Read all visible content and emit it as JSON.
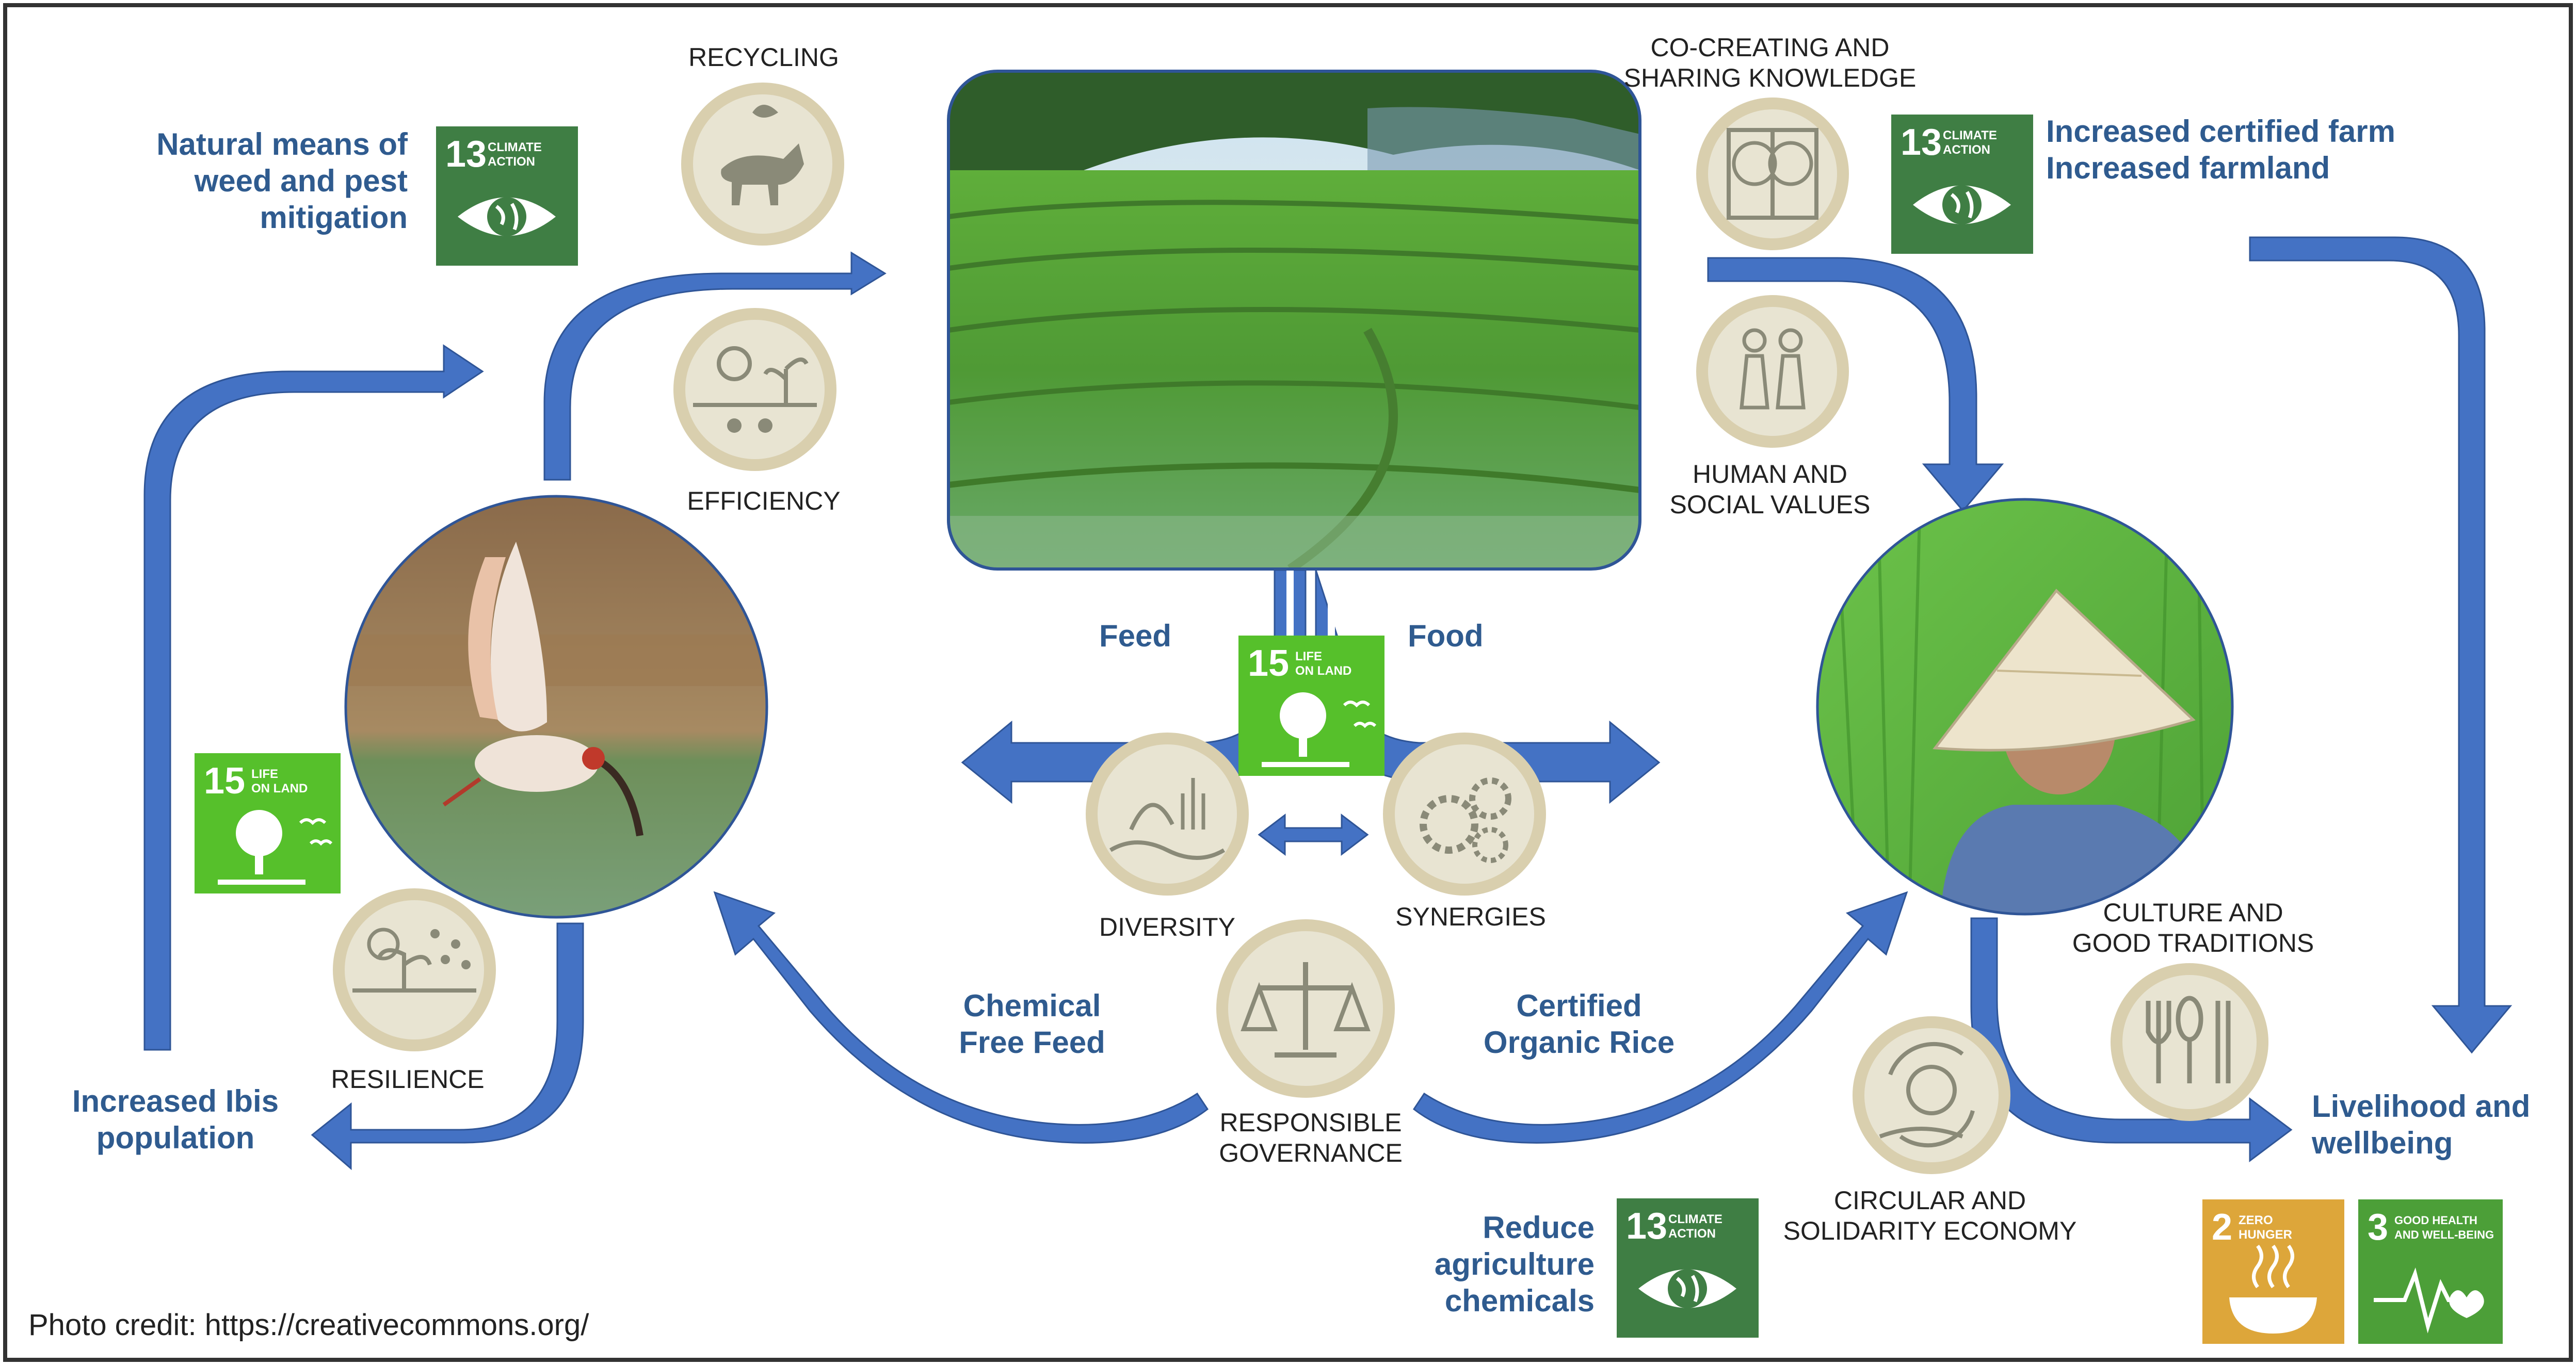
{
  "colors": {
    "arrow": "#4472c4",
    "heading_text": "#2f5b8f",
    "frame": "#333333",
    "sdg13_green": "#3f7e44",
    "sdg15_green": "#56c02b",
    "sdg2_gold": "#dda63a",
    "sdg3_green": "#4c9f38",
    "icon_disc": "#e8e4d2",
    "icon_ring": "#d9cfae",
    "icon_ink": "#8a8a78",
    "photo_rice": "#6cc24a"
  },
  "headings": {
    "natural_means": [
      "Natural means of",
      "weed and pest",
      "mitigation"
    ],
    "increased_certified": [
      "Increased certified farm",
      "Increased farmland"
    ],
    "feed": "Feed",
    "food": "Food",
    "chemical_free": [
      "Chemical",
      "Free Feed"
    ],
    "certified_organic": [
      "Certified",
      "Organic Rice"
    ],
    "increased_ibis": [
      "Increased Ibis",
      "population"
    ],
    "livelihood": [
      "Livelihood and",
      "wellbeing"
    ],
    "reduce_chemicals": [
      "Reduce",
      "agriculture",
      "chemicals"
    ]
  },
  "principles": {
    "recycling": "RECYCLING",
    "efficiency": "EFFICIENCY",
    "co_creating": [
      "CO-CREATING AND",
      "SHARING KNOWLEDGE"
    ],
    "human_social": [
      "HUMAN AND",
      "SOCIAL VALUES"
    ],
    "diversity": "DIVERSITY",
    "synergies": "SYNERGIES",
    "resilience": "RESILIENCE",
    "responsible_governance": [
      "RESPONSIBLE",
      "GOVERNANCE"
    ],
    "circular_solidarity": [
      "CIRCULAR AND",
      "SOLIDARITY ECONOMY"
    ],
    "culture_traditions": [
      "CULTURE AND",
      "GOOD TRADITIONS"
    ]
  },
  "sdg_badges": {
    "climate_action": {
      "number": "13",
      "title": [
        "CLIMATE",
        "ACTION"
      ],
      "icon": "eye-globe-icon"
    },
    "life_on_land": {
      "number": "15",
      "title": [
        "LIFE",
        "ON LAND"
      ],
      "icon": "tree-birds-icon"
    },
    "zero_hunger": {
      "number": "2",
      "title": [
        "ZERO",
        "HUNGER"
      ],
      "icon": "steaming-bowl-icon"
    },
    "good_health": {
      "number": "3",
      "title": [
        "GOOD HEALTH",
        "AND WELL-BEING"
      ],
      "icon": "heartbeat-icon"
    }
  },
  "photos": {
    "rice_terraces": "rice-terraces-photo",
    "ibis": "flying-ibis-photo",
    "farmer": "farmer-conical-hat-photo"
  },
  "credit": "Photo credit: https://creativecommons.org/"
}
